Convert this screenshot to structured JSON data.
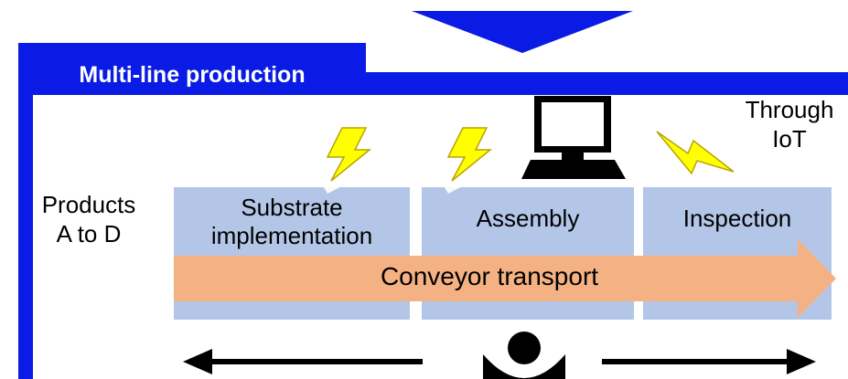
{
  "title": "Multi-line production",
  "iot": {
    "line1": "Through",
    "line2": "IoT"
  },
  "products": {
    "line1": "Products",
    "line2": "A to D"
  },
  "processes": [
    {
      "line1": "Substrate",
      "line2": "implementation"
    },
    {
      "line1": "Assembly"
    },
    {
      "line1": "Inspection"
    }
  ],
  "conveyor": "Conveyor transport",
  "colors": {
    "frame": "#0a1be6",
    "process_box": "#b3c6e7",
    "conveyor_arrow": "#f4b183",
    "lightning": "#ffff00",
    "lightning_outline": "#b8a300",
    "text": "#000000"
  },
  "icons": [
    "down-arrow-icon",
    "lightning-icon",
    "computer-icon",
    "worker-icon",
    "left-arrow-icon",
    "right-arrow-icon"
  ]
}
